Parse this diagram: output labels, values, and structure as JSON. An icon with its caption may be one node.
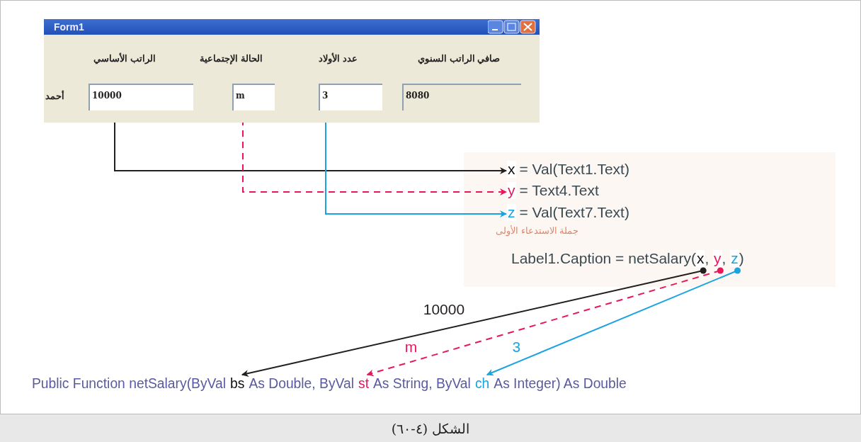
{
  "diagram": {
    "caption": "الشكل (٤-٦٠)",
    "nodes": [
      {
        "text": [
          "Form1"
        ]
      },
      {
        "text": [
          "10000"
        ],
        "in": 0
      },
      {
        "text": [
          "m"
        ],
        "in": 0
      },
      {
        "text": [
          "3"
        ],
        "in": 0
      },
      {
        "text": [
          "8080"
        ],
        "in": 0
      },
      {
        "text": [
          "x"
        ]
      },
      {
        "text": [
          "y"
        ]
      },
      {
        "text": [
          "z"
        ]
      },
      {
        "text": [
          "x"
        ]
      },
      {
        "text": [
          "y"
        ]
      },
      {
        "text": [
          "z"
        ]
      },
      {
        "text": [
          "bs"
        ]
      },
      {
        "text": [
          "st"
        ]
      },
      {
        "text": [
          "ch"
        ]
      }
    ],
    "edges": [
      {
        "from": 1,
        "to": 5,
        "arrow": "to"
      },
      {
        "from": 2,
        "to": 6,
        "arrow": "to",
        "style": "dashed",
        "color": "#e8175d"
      },
      {
        "from": 3,
        "to": 7,
        "arrow": "to",
        "color": "#1aa3e0"
      },
      {
        "from": 8,
        "to": 11,
        "arrow": "to",
        "label": "10000"
      },
      {
        "from": 9,
        "to": 12,
        "arrow": "to",
        "label": "m",
        "style": "dashed",
        "color": "#e8175d"
      },
      {
        "from": 10,
        "to": 13,
        "arrow": "to",
        "label": "3",
        "color": "#1aa3e0"
      }
    ],
    "labels": [
      "صافي الراتب السنوي",
      "عدد الأولاد",
      "الحالة الإجتماعية",
      "الراتب الأساسي",
      "أحمد",
      "= Val(Text1.Text)",
      "= Text4.Text",
      "= Val(Text7.Text)",
      "جملة الاستدعاء الأولى",
      "Label1.Caption = netSalary(",
      ",",
      ",",
      ")",
      "Public Function netSalary(ByVal",
      "As Double, ByVal",
      "As String, ByVal",
      "As Integer) As Double"
    ]
  }
}
